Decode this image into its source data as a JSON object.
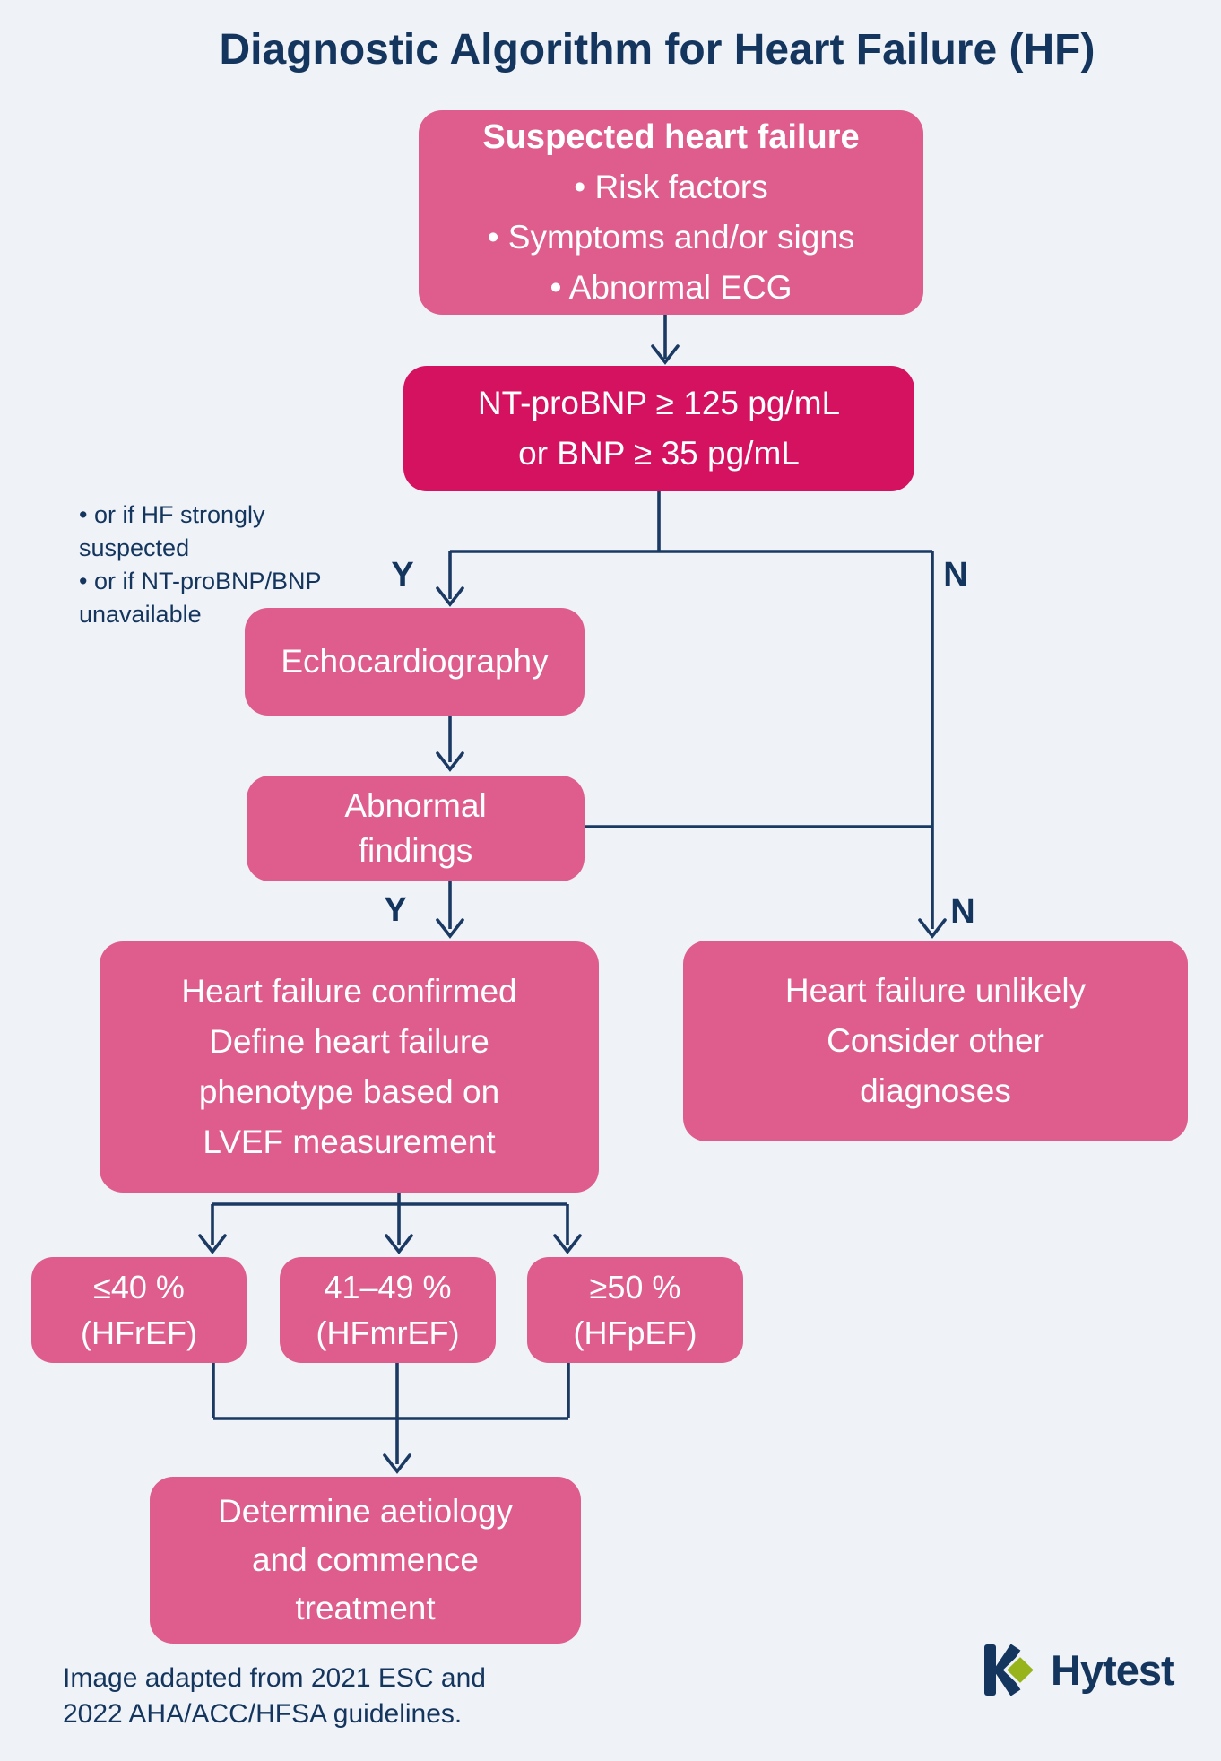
{
  "title": "Diagnostic Algorithm for Heart Failure (HF)",
  "colors": {
    "background": "#eff2f7",
    "node_pink": "#de5d8c",
    "node_magenta": "#d5125f",
    "navy": "#14365e",
    "logo_green": "#97b41c",
    "node_text": "#ffffff"
  },
  "nodes": {
    "suspected": {
      "heading": "Suspected heart failure",
      "bullets": [
        "• Risk factors",
        "• Symptoms and/or signs",
        "• Abnormal ECG"
      ]
    },
    "natriuretic": {
      "line1": "NT-proBNP ≥ 125 pg/mL",
      "line2": "or BNP ≥ 35 pg/mL"
    },
    "echo": {
      "label": "Echocardiography"
    },
    "abnormal": {
      "line1": "Abnormal",
      "line2": "findings"
    },
    "confirmed": {
      "lines": [
        "Heart failure confirmed",
        "Define heart failure",
        "phenotype based on",
        "LVEF measurement"
      ]
    },
    "unlikely": {
      "lines": [
        "Heart failure unlikely",
        "Consider other",
        "diagnoses"
      ]
    },
    "hfref": {
      "line1": "≤40 %",
      "line2": "(HFrEF)"
    },
    "hfmref": {
      "line1": "41–49 %",
      "line2": "(HFmrEF)"
    },
    "hfpef": {
      "line1": "≥50 %",
      "line2": "(HFpEF)"
    },
    "treatment": {
      "lines": [
        "Determine aetiology",
        "and commence",
        "treatment"
      ]
    }
  },
  "side_note": {
    "lines": [
      "• or if HF strongly",
      "suspected",
      "• or if NT-proBNP/BNP",
      "unavailable"
    ]
  },
  "branch_labels": {
    "yes": "Y",
    "no": "N"
  },
  "footer": {
    "credit_line1": "Image adapted from 2021 ESC and",
    "credit_line2": "2022 AHA/ACC/HFSA guidelines.",
    "logo_text": "Hytest"
  }
}
